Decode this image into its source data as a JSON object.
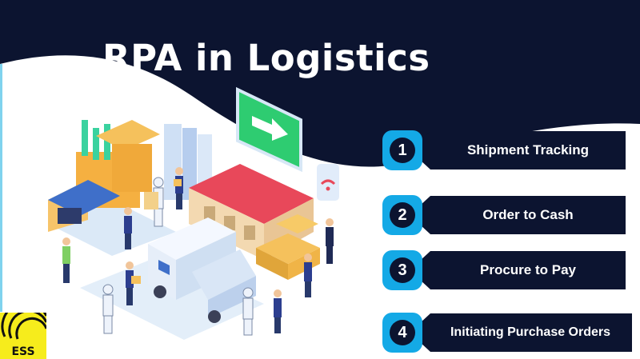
{
  "title": "RPA in Logistics",
  "items": [
    {
      "number": "1",
      "label": "Shipment Tracking"
    },
    {
      "number": "2",
      "label": "Order to Cash"
    },
    {
      "number": "3",
      "label": "Procure to Pay"
    },
    {
      "number": "4",
      "label": "Initiating Purchase Orders"
    }
  ],
  "logo_text": "ESS",
  "colors": {
    "navy": "#0c1430",
    "accent": "#14a9e6",
    "logo_yellow": "#f6ec1c"
  }
}
